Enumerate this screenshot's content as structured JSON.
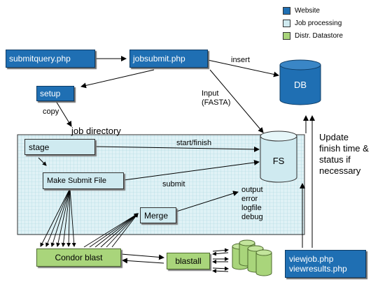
{
  "legend": [
    {
      "label": "Website",
      "color": "#1f6fb3"
    },
    {
      "label": "Job processing",
      "color": "#cfeaf0"
    },
    {
      "label": "Distr. Datastore",
      "color": "#a9d57b"
    }
  ],
  "nodes": {
    "submitquery": "submitquery.php",
    "jobsubmit": "jobsubmit.php",
    "setup": "setup",
    "stage": "stage",
    "make_submit": "Make Submit File",
    "merge": "Merge",
    "condor": "Condor blast",
    "blastall": "blastall",
    "db": "DB",
    "fs": "FS",
    "viewjob_line1": "viewjob.php",
    "viewjob_line2": "viewresults.php"
  },
  "labels": {
    "insert": "insert",
    "input_line1": "Input",
    "input_line2": "(FASTA)",
    "copy": "copy",
    "job_directory": "job directory",
    "start_finish": "start/finish",
    "submit": "submit",
    "output_lines": [
      "output",
      "error",
      "logfile",
      "debug"
    ],
    "update_lines": [
      "Update",
      "finish time &",
      "status if",
      "necessary"
    ]
  }
}
